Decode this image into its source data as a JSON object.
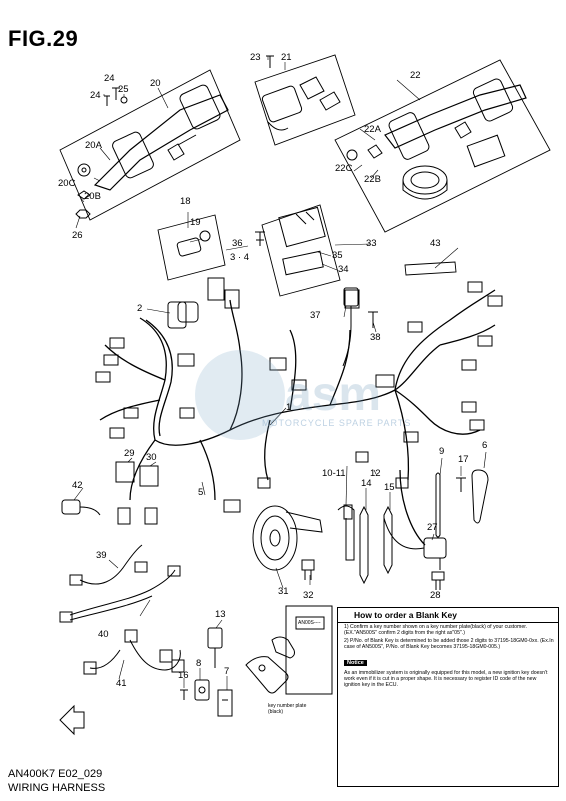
{
  "figure": {
    "title": "FIG.29",
    "model_code": "AN400K7 E02_029",
    "name": "WIRING HARNESS"
  },
  "callouts": [
    {
      "id": "c1",
      "label": "1"
    },
    {
      "id": "c2",
      "label": "2"
    },
    {
      "id": "c3_4",
      "label": "3 · 4"
    },
    {
      "id": "c5",
      "label": "5"
    },
    {
      "id": "c6",
      "label": "6"
    },
    {
      "id": "c7",
      "label": "7"
    },
    {
      "id": "c8",
      "label": "8"
    },
    {
      "id": "c9",
      "label": "9"
    },
    {
      "id": "c10_11",
      "label": "10-11"
    },
    {
      "id": "c12",
      "label": "12"
    },
    {
      "id": "c13",
      "label": "13"
    },
    {
      "id": "c14",
      "label": "14"
    },
    {
      "id": "c15",
      "label": "15"
    },
    {
      "id": "c16",
      "label": "16"
    },
    {
      "id": "c17",
      "label": "17"
    },
    {
      "id": "c18",
      "label": "18"
    },
    {
      "id": "c19",
      "label": "19"
    },
    {
      "id": "c20",
      "label": "20"
    },
    {
      "id": "c20a",
      "label": "20A"
    },
    {
      "id": "c20b",
      "label": "20B"
    },
    {
      "id": "c20c",
      "label": "20C"
    },
    {
      "id": "c21",
      "label": "21"
    },
    {
      "id": "c22",
      "label": "22"
    },
    {
      "id": "c22a",
      "label": "22A"
    },
    {
      "id": "c22b",
      "label": "22B"
    },
    {
      "id": "c22c",
      "label": "22C"
    },
    {
      "id": "c23",
      "label": "23"
    },
    {
      "id": "c24a",
      "label": "24"
    },
    {
      "id": "c24b",
      "label": "24"
    },
    {
      "id": "c25",
      "label": "25"
    },
    {
      "id": "c26",
      "label": "26"
    },
    {
      "id": "c27",
      "label": "27"
    },
    {
      "id": "c28",
      "label": "28"
    },
    {
      "id": "c29",
      "label": "29"
    },
    {
      "id": "c30",
      "label": "30"
    },
    {
      "id": "c31",
      "label": "31"
    },
    {
      "id": "c32",
      "label": "32"
    },
    {
      "id": "c33",
      "label": "33"
    },
    {
      "id": "c34",
      "label": "34"
    },
    {
      "id": "c35",
      "label": "35"
    },
    {
      "id": "c36",
      "label": "36"
    },
    {
      "id": "c37",
      "label": "37"
    },
    {
      "id": "c38",
      "label": "38"
    },
    {
      "id": "c39",
      "label": "39"
    },
    {
      "id": "c40",
      "label": "40"
    },
    {
      "id": "c41",
      "label": "41"
    },
    {
      "id": "c42",
      "label": "42"
    },
    {
      "id": "c43",
      "label": "43"
    }
  ],
  "watermark": {
    "brand": "MOTORCYCLE SPARE PARTS"
  },
  "keycard": {
    "plate_code": "AN00S----",
    "label": "key number plate (black)"
  },
  "notice_box": {
    "title": "How to order a Blank Key",
    "steps": [
      "1) Confirm a key number shown on a key number plate(black) of your customer. (EX.\"AN500S\" confirm 2 digits from the right as\"05\".)",
      "2) P/No. of Blank Key is determined to be added those 2 digits to 37195-18GM0-0xx. (Ex.In case of AN500S\", P/No. of Blank Key becomes 37195-18GM0-005.)"
    ],
    "notice_label": "Notice",
    "notice_text": "As an immobilizer system is originally equipped for this model, a new ignition key doesn't work even if it is cut in a proper shape. It is necessary to register ID code of the new ignition key in the ECU."
  }
}
